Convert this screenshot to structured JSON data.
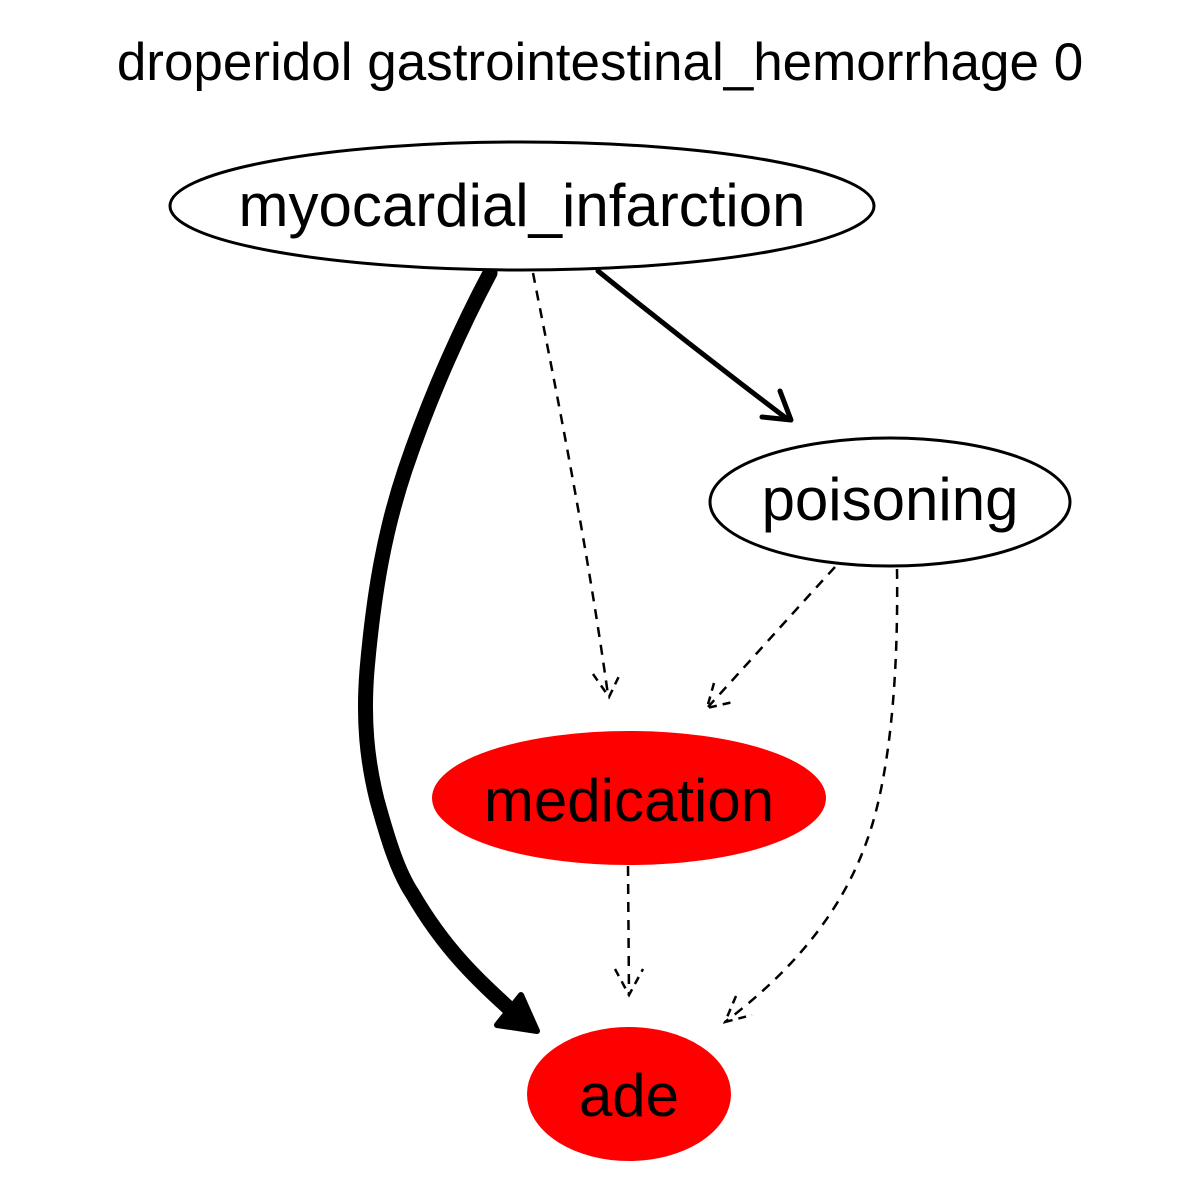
{
  "title": "droperidol gastrointestinal_hemorrhage 0",
  "nodes": {
    "myocardial_infarction": {
      "label": "myocardial_infarction",
      "fill": "#ffffff",
      "highlighted": false
    },
    "poisoning": {
      "label": "poisoning",
      "fill": "#ffffff",
      "highlighted": false
    },
    "medication": {
      "label": "medication",
      "fill": "#ff0000",
      "highlighted": true
    },
    "ade": {
      "label": "ade",
      "fill": "#ff0000",
      "highlighted": true
    }
  },
  "edges": [
    {
      "from": "myocardial_infarction",
      "to": "ade",
      "style": "solid",
      "weight": "heavy"
    },
    {
      "from": "myocardial_infarction",
      "to": "medication",
      "style": "dashed",
      "weight": "thin"
    },
    {
      "from": "myocardial_infarction",
      "to": "poisoning",
      "style": "solid",
      "weight": "medium"
    },
    {
      "from": "poisoning",
      "to": "medication",
      "style": "dashed",
      "weight": "thin"
    },
    {
      "from": "poisoning",
      "to": "ade",
      "style": "dashed",
      "weight": "thin"
    },
    {
      "from": "medication",
      "to": "ade",
      "style": "dashed",
      "weight": "thin"
    }
  ],
  "colors": {
    "highlight": "#ff0000",
    "stroke": "#000000",
    "background": "#ffffff"
  }
}
